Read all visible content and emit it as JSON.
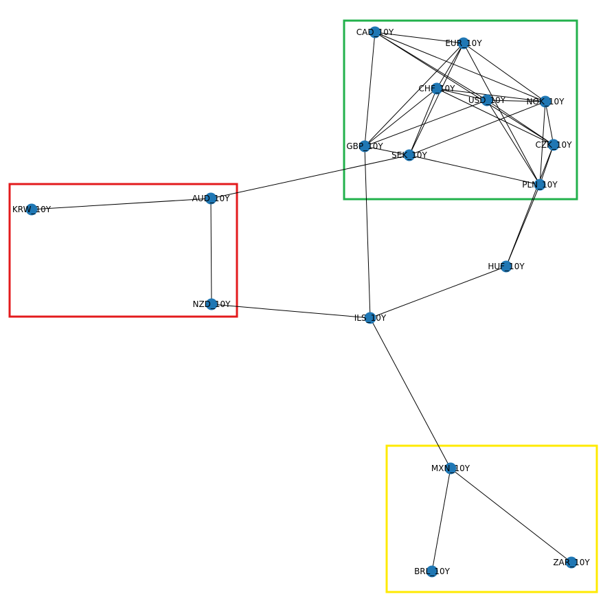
{
  "graph": {
    "colors": {
      "node": "#1f77b4",
      "edge": "#000000",
      "background": "#ffffff"
    },
    "groups": [
      {
        "id": "green",
        "color": "#22b14c",
        "members": [
          "CAD_10Y",
          "EUR_10Y",
          "CHF_10Y",
          "USD_10Y",
          "NOK_10Y",
          "GBP_10Y",
          "SEK_10Y",
          "CZK_10Y",
          "PLN_10Y"
        ]
      },
      {
        "id": "red",
        "color": "#e31a1c",
        "members": [
          "KRW_10Y",
          "AUD_10Y",
          "NZD_10Y"
        ]
      },
      {
        "id": "yellow",
        "color": "#ffea00",
        "members": [
          "MXN_10Y",
          "BRL_10Y",
          "ZAR_10Y"
        ]
      }
    ],
    "nodes": [
      {
        "id": "CAD_10Y",
        "label": "CAD_10Y"
      },
      {
        "id": "EUR_10Y",
        "label": "EUR_10Y"
      },
      {
        "id": "CHF_10Y",
        "label": "CHF_10Y"
      },
      {
        "id": "USD_10Y",
        "label": "USD_10Y"
      },
      {
        "id": "NOK_10Y",
        "label": "NOK_10Y"
      },
      {
        "id": "GBP_10Y",
        "label": "GBP_10Y"
      },
      {
        "id": "SEK_10Y",
        "label": "SEK_10Y"
      },
      {
        "id": "CZK_10Y",
        "label": "CZK_10Y"
      },
      {
        "id": "PLN_10Y",
        "label": "PLN_10Y"
      },
      {
        "id": "KRW_10Y",
        "label": "KRW_10Y"
      },
      {
        "id": "AUD_10Y",
        "label": "AUD_10Y"
      },
      {
        "id": "NZD_10Y",
        "label": "NZD_10Y"
      },
      {
        "id": "ILS_10Y",
        "label": "ILS_10Y"
      },
      {
        "id": "HUF_10Y",
        "label": "HUF_10Y"
      },
      {
        "id": "MXN_10Y",
        "label": "MXN_10Y"
      },
      {
        "id": "BRL_10Y",
        "label": "BRL_10Y"
      },
      {
        "id": "ZAR_10Y",
        "label": "ZAR_10Y"
      }
    ],
    "edges": [
      [
        "CAD_10Y",
        "EUR_10Y"
      ],
      [
        "CAD_10Y",
        "GBP_10Y"
      ],
      [
        "CAD_10Y",
        "USD_10Y"
      ],
      [
        "CAD_10Y",
        "CZK_10Y"
      ],
      [
        "CAD_10Y",
        "NOK_10Y"
      ],
      [
        "EUR_10Y",
        "GBP_10Y"
      ],
      [
        "EUR_10Y",
        "SEK_10Y"
      ],
      [
        "EUR_10Y",
        "NOK_10Y"
      ],
      [
        "EUR_10Y",
        "PLN_10Y"
      ],
      [
        "EUR_10Y",
        "CHF_10Y"
      ],
      [
        "CHF_10Y",
        "GBP_10Y"
      ],
      [
        "CHF_10Y",
        "SEK_10Y"
      ],
      [
        "CHF_10Y",
        "USD_10Y"
      ],
      [
        "CHF_10Y",
        "NOK_10Y"
      ],
      [
        "CHF_10Y",
        "CZK_10Y"
      ],
      [
        "USD_10Y",
        "GBP_10Y"
      ],
      [
        "USD_10Y",
        "NOK_10Y"
      ],
      [
        "USD_10Y",
        "PLN_10Y"
      ],
      [
        "USD_10Y",
        "CZK_10Y"
      ],
      [
        "NOK_10Y",
        "SEK_10Y"
      ],
      [
        "NOK_10Y",
        "CZK_10Y"
      ],
      [
        "NOK_10Y",
        "PLN_10Y"
      ],
      [
        "CZK_10Y",
        "PLN_10Y"
      ],
      [
        "CZK_10Y",
        "HUF_10Y"
      ],
      [
        "GBP_10Y",
        "SEK_10Y"
      ],
      [
        "GBP_10Y",
        "ILS_10Y"
      ],
      [
        "SEK_10Y",
        "PLN_10Y"
      ],
      [
        "SEK_10Y",
        "AUD_10Y"
      ],
      [
        "PLN_10Y",
        "HUF_10Y"
      ],
      [
        "KRW_10Y",
        "AUD_10Y"
      ],
      [
        "AUD_10Y",
        "NZD_10Y"
      ],
      [
        "NZD_10Y",
        "ILS_10Y"
      ],
      [
        "HUF_10Y",
        "ILS_10Y"
      ],
      [
        "ILS_10Y",
        "MXN_10Y"
      ],
      [
        "MXN_10Y",
        "BRL_10Y"
      ],
      [
        "MXN_10Y",
        "ZAR_10Y"
      ]
    ]
  }
}
